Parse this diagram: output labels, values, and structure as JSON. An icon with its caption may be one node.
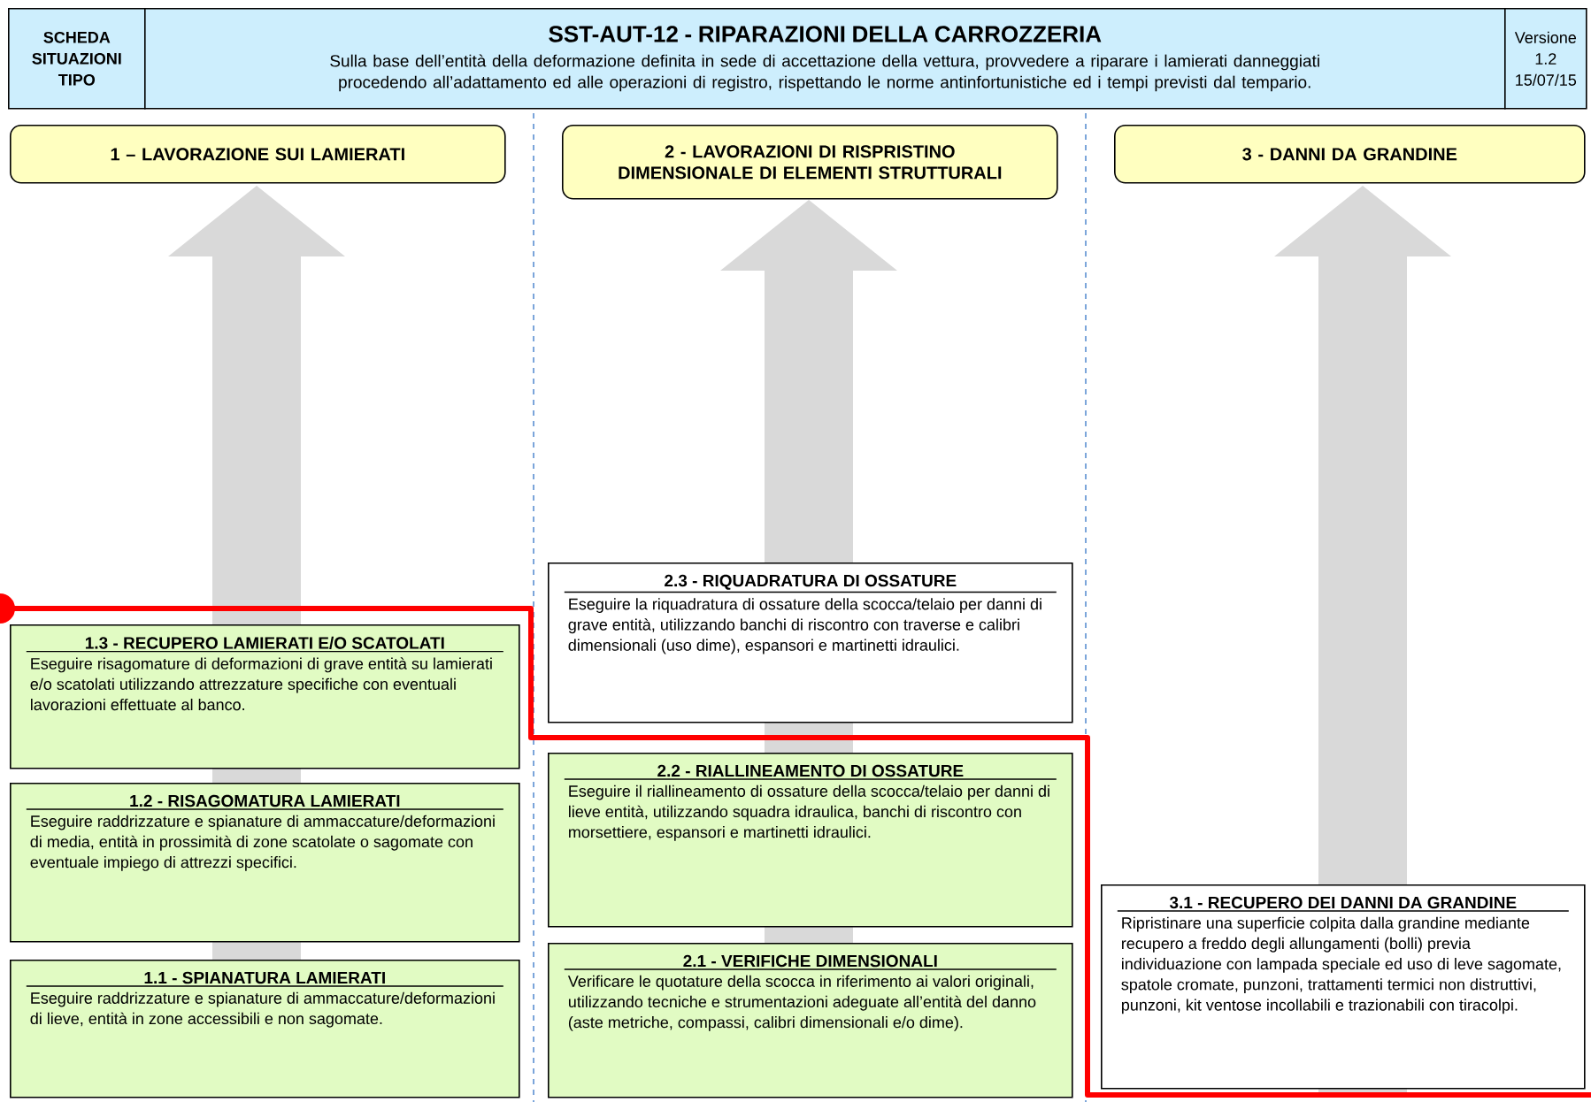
{
  "diagram": {
    "nodes": [
      {
        "text": [
          "SCHEDA SITUAZIONI TIPO"
        ]
      },
      {
        "text": [
          "SST-AUT-12 - RIPARAZIONI DELLA CARROZZERIA",
          "Sulla base dell’entità della deformazione definita in sede di accettazione della vettura, provvedere a riparare i lamierati danneggiati procedendo all’adattamento ed alle operazioni di registro, rispettando le norme antinfortunistiche ed i tempi previsti dal tempario."
        ]
      },
      {
        "text": [
          "Versione 1.2 15/07/15"
        ]
      },
      {
        "text": [
          "1 – LAVORAZIONE SUI LAMIERATI"
        ]
      },
      {
        "text": [
          "2 - LAVORAZIONI DI RISPRISTINO DIMENSIONALE DI ELEMENTI STRUTTURALI"
        ]
      },
      {
        "text": [
          "3 - DANNI DA GRANDINE"
        ]
      },
      {
        "text": [
          "1.3 - RECUPERO LAMIERATI E/O SCATOLATI",
          "Eseguire risagomature di deformazioni di grave entità su lamierati e/o scatolati utilizzando attrezzature specifiche con eventuali lavorazioni effettuate al banco."
        ]
      },
      {
        "text": [
          "1.2 - RISAGOMATURA LAMIERATI",
          "Eseguire raddrizzature e spianature di ammaccature/deformazioni di media, entità in prossimità di zone scatolate o sagomate con eventuale impiego di attrezzi specifici."
        ]
      },
      {
        "text": [
          "1.1 - SPIANATURA LAMIERATI",
          "Eseguire raddrizzature e spianature di ammaccature/deformazioni di lieve, entità in zone accessibili e non sagomate."
        ]
      },
      {
        "text": [
          "2.3 - RIQUADRATURA DI OSSATURE",
          "Eseguire la riquadratura di ossature della scocca/telaio per danni di grave entità, utilizzando banchi di riscontro con traverse e calibri dimensionali (uso dime), espansori e martinetti idraulici."
        ]
      },
      {
        "text": [
          "2.2 - RIALLINEAMENTO DI OSSATURE",
          "Eseguire il riallineamento di ossature della scocca/telaio per danni di lieve entità, utilizzando squadra idraulica, banchi di riscontro con morsettiere, espansori e martinetti idraulici."
        ]
      },
      {
        "text": [
          "2.1 - VERIFICHE DIMENSIONALI",
          "Verificare le quotature della scocca in riferimento ai valori originali, utilizzando tecniche e strumentazioni adeguate all’entità del danno (aste metriche, compassi, calibri dimensionali e/o dime)."
        ]
      },
      {
        "text": [
          "3.1 - RECUPERO DEI DANNI DA GRANDINE",
          "Ripristinare una superficie colpita dalla grandine mediante recupero a freddo degli allungamenti (bolli) previa individuazione con lampada speciale ed uso di leve sagomate, spatole cromate, punzoni, trattamenti termici non distruttivi, punzoni, kit ventose incollabili e trazionabili con tiracolpi."
        ]
      }
    ]
  }
}
